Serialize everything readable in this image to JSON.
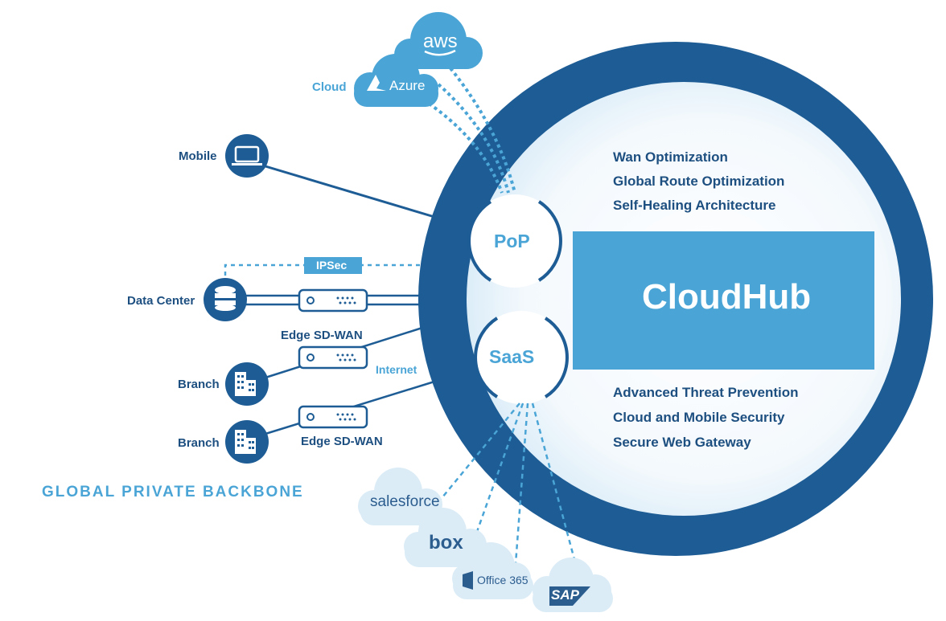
{
  "hub": {
    "title": "CloudHub"
  },
  "features_top": [
    "Wan Optimization",
    "Global Route Optimization",
    "Self-Healing Architecture"
  ],
  "features_bottom": [
    "Advanced Threat Prevention",
    "Cloud and Mobile Security",
    "Secure Web Gateway"
  ],
  "bubbles": {
    "pop": "PoP",
    "saas": "SaaS"
  },
  "clouds": {
    "label": "Cloud",
    "aws": "aws",
    "azure": "Azure"
  },
  "endpoints": {
    "mobile": "Mobile",
    "data_center": "Data Center",
    "branch_1": "Branch",
    "branch_2": "Branch"
  },
  "links": {
    "ipsec": "IPSec",
    "edge_1": "Edge SD-WAN",
    "internet": "Internet",
    "edge_2": "Edge SD-WAN"
  },
  "saas_apps": {
    "salesforce": "salesforce",
    "box": "box",
    "office": "Office 365",
    "sap": "SAP"
  },
  "backbone": "GLOBAL PRIVATE BACKBONE",
  "colors": {
    "dark_blue": "#1d5c94",
    "mid_blue": "#4aa5d6",
    "light_cloud": "#d6e9f5",
    "navy_text": "#1d4f80"
  }
}
